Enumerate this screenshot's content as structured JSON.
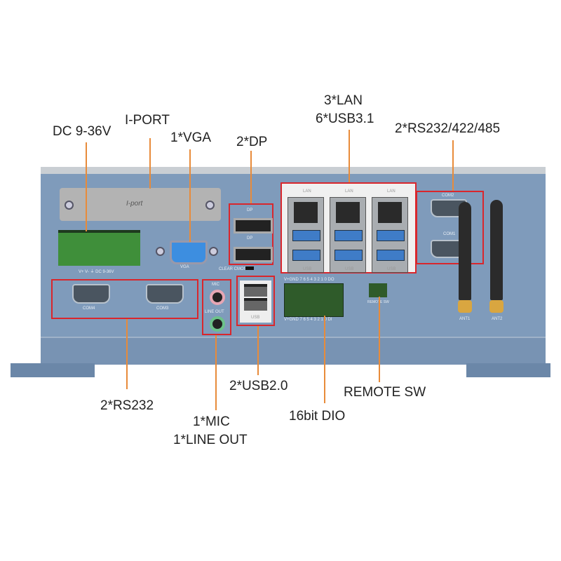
{
  "callouts": {
    "dc": "DC 9-36V",
    "iport": "I-PORT",
    "vga": "1*VGA",
    "dp": "2*DP",
    "lan1": "3*LAN",
    "lan2": "6*USB3.1",
    "com": "2*RS232/422/485",
    "rs232": "2*RS232",
    "mic1": "1*MIC",
    "mic2": "1*LINE OUT",
    "usb2": "2*USB2.0",
    "dio": "16bit DIO",
    "remote": "REMOTE SW"
  },
  "silk": {
    "iport": "I-port",
    "vga": "VGA",
    "dp": "DP",
    "dc": "V+  V-  ⏚  DC 9-36V",
    "clear": "CLEAR CMOS",
    "com4": "COM4",
    "com3": "COM3",
    "mic": "MIC",
    "lineout": "LINE OUT",
    "usb": "USB",
    "lan": "LAN",
    "com2": "COM2",
    "com1": "COM1",
    "dio_top": "V+GND 7 6 5 4 3 2 1 0 DO",
    "dio_bot": "V+GND 7 6 5 4 3 2 1 0 DI",
    "remote": "REMOTE SW",
    "ant1": "ANT1",
    "ant2": "ANT2"
  },
  "colors": {
    "panel": "#7f9bbb",
    "callout_line": "#e88b3a",
    "highlight": "#d9262c"
  }
}
